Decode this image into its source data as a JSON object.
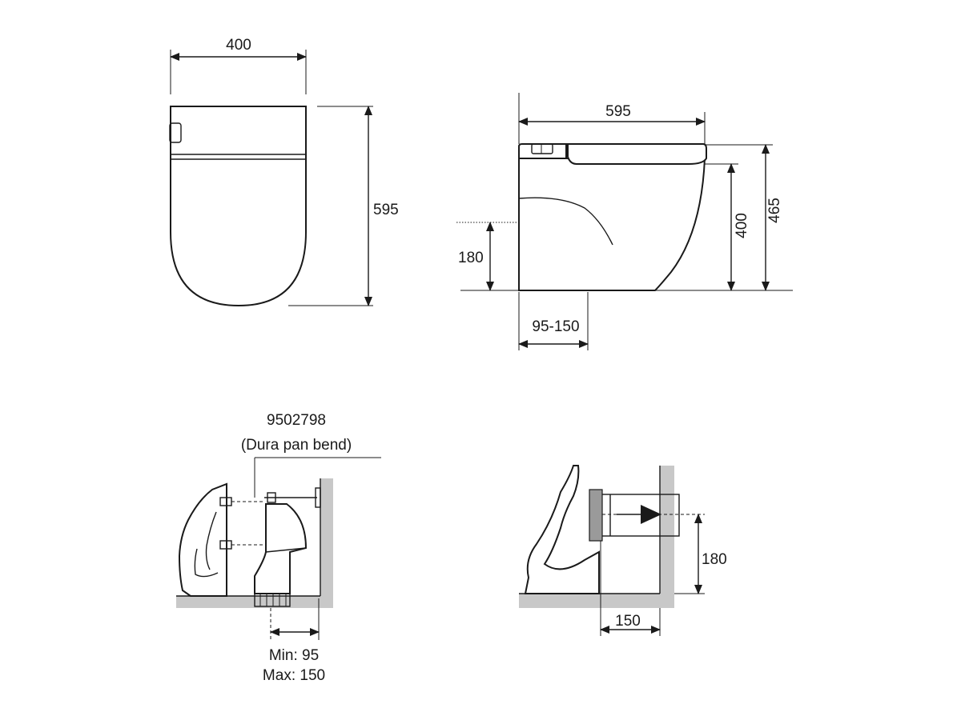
{
  "top_view": {
    "width_label": "400",
    "depth_label": "595"
  },
  "side_view": {
    "length_label": "595",
    "height_label": "465",
    "seat_height_label": "400",
    "outlet_height_label": "180",
    "outlet_setback_label": "95-150"
  },
  "floor_install": {
    "part_number": "9502798",
    "part_name": "(Dura pan bend)",
    "min_label": "Min: 95",
    "max_label": "Max: 150"
  },
  "wall_install": {
    "height_label": "180",
    "setback_label": "150"
  }
}
